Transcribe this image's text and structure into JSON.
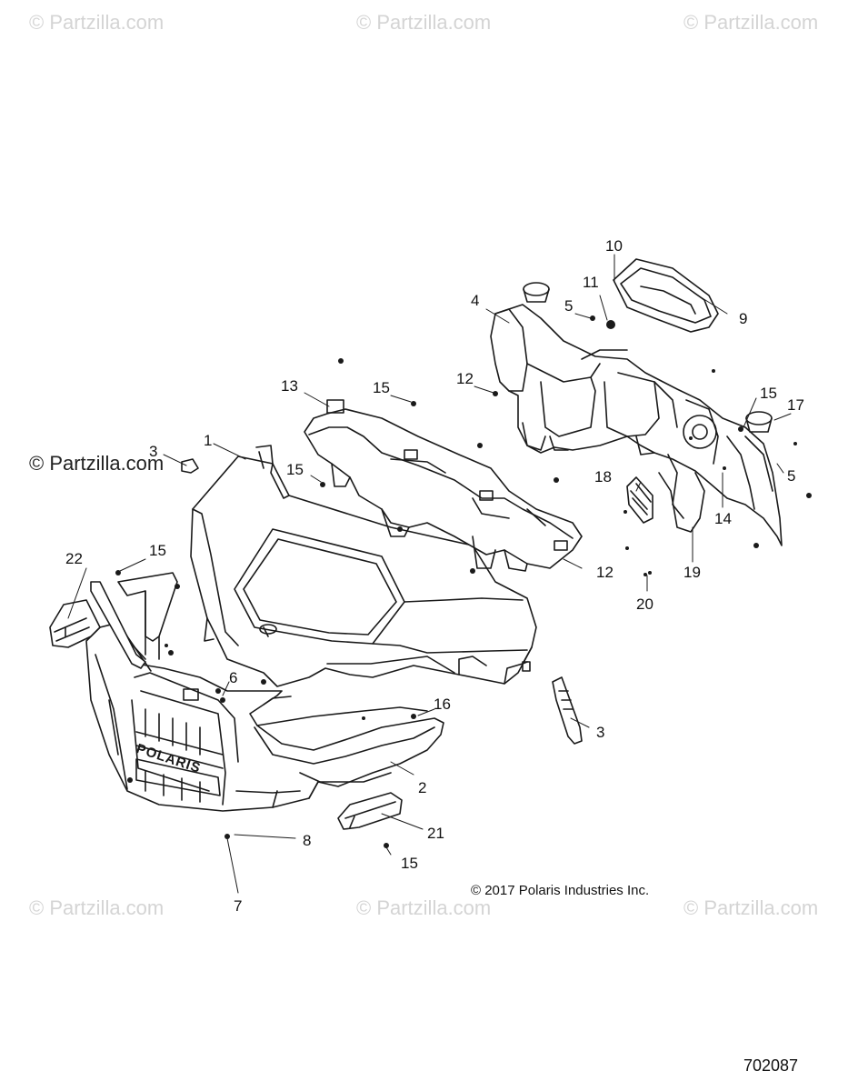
{
  "watermarks": [
    "© Partzilla.com",
    "© Partzilla.com",
    "© Partzilla.com",
    "© Partzilla.com",
    "© Partzilla.com",
    "© Partzilla.com"
  ],
  "side_watermark": "© Partzilla.com",
  "callouts": [
    "1",
    "2",
    "3",
    "3",
    "4",
    "5",
    "5",
    "6",
    "7",
    "8",
    "9",
    "10",
    "11",
    "12",
    "12",
    "13",
    "14",
    "15",
    "15",
    "15",
    "15",
    "15",
    "16",
    "17",
    "18",
    "19",
    "20",
    "21",
    "22"
  ],
  "copyright": "© 2017 Polaris Industries Inc.",
  "diagram_id": "702087",
  "grille_text": "POLARIS",
  "colors": {
    "line": "#1a1a1a",
    "watermark": "#d4d4d4",
    "background": "#ffffff"
  }
}
